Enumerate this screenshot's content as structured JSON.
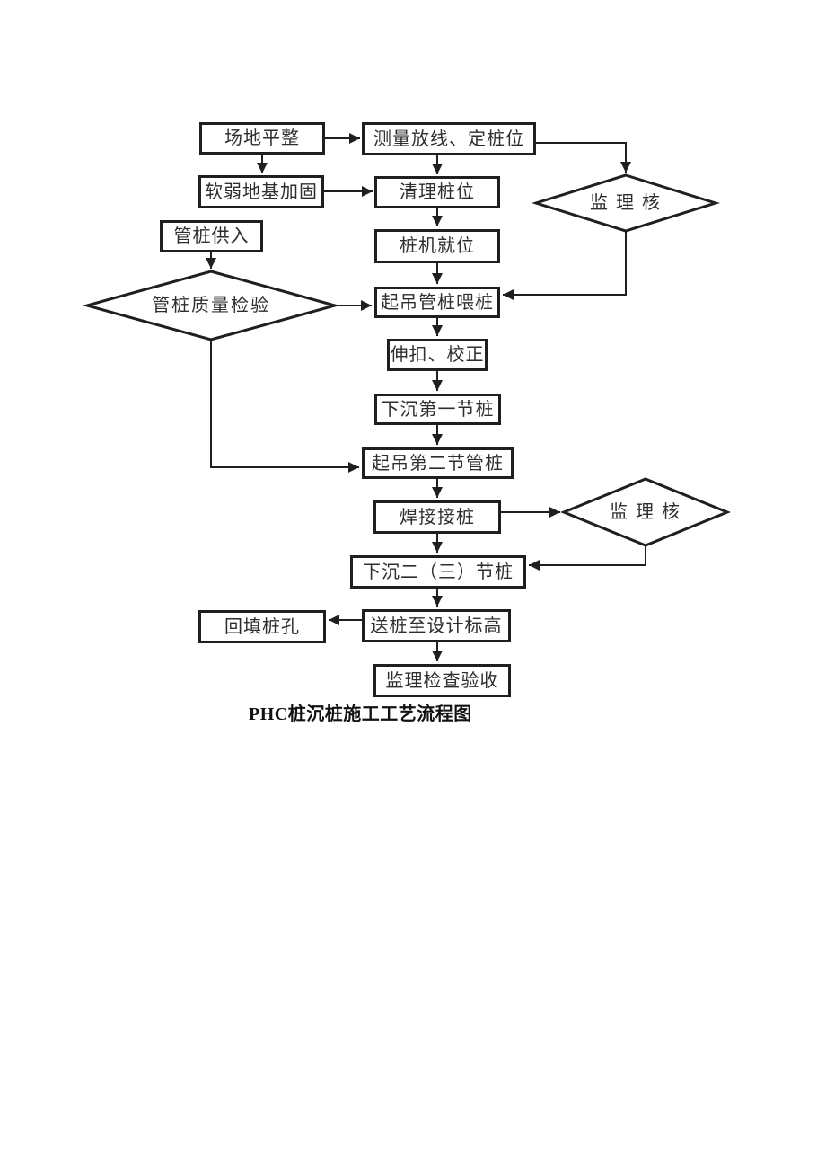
{
  "diagram": {
    "caption": "PHC桩沉桩施工工艺流程图",
    "colors": {
      "line": "#1f1f1f",
      "text": "#2e2e2e",
      "background": "#ffffff"
    },
    "nodes": {
      "site_leveling": "场地平整",
      "survey_layout": "测量放线、定桩位",
      "soft_ground_reinforce": "软弱地基加固",
      "clear_pile_position": "清理桩位",
      "supervisor_check_1": "监 理 核",
      "pipe_pile_supply": "管桩供入",
      "pile_rig_in_place": "桩机就位",
      "pile_quality_inspection": "管桩质量检验",
      "hoist_feed_pile": "起吊管桩喂桩",
      "extend_correct": "伸扣、校正",
      "sink_first_section": "下沉第一节桩",
      "hoist_second_section": "起吊第二节管桩",
      "weld_joint": "焊接接桩",
      "supervisor_check_2": "监 理 核",
      "sink_second_third": "下沉二（三）节桩",
      "send_to_elevation": "送桩至设计标高",
      "backfill_hole": "回填桩孔",
      "supervisor_acceptance": "监理检查验收"
    }
  }
}
